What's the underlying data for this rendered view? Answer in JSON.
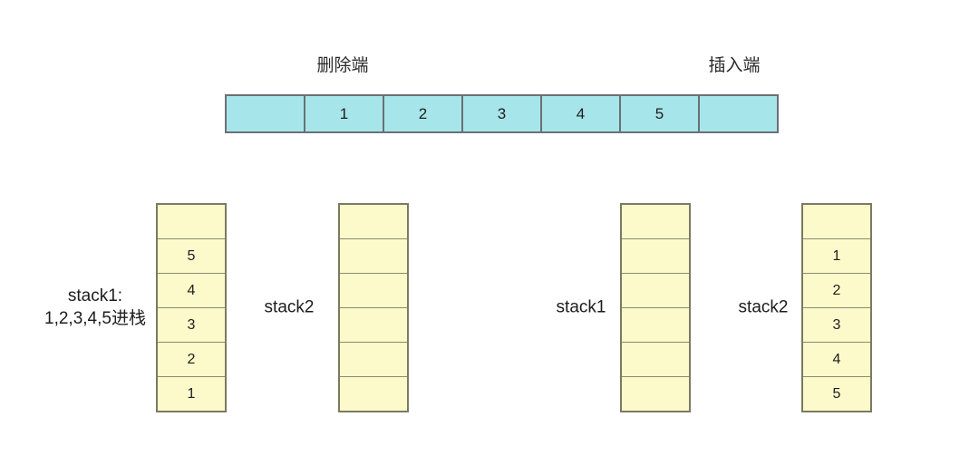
{
  "diagram": {
    "title": "queue-implemented-by-two-stacks",
    "colors": {
      "queue_fill": "#a6e5ea",
      "queue_border": "#6c7075",
      "stack_fill": "#fcfacb",
      "stack_border": "#7a7a62",
      "stack_divider": "#8a8a6e",
      "text": "#1d1d1d",
      "background": "#ffffff"
    }
  },
  "queue": {
    "labels": {
      "delete_end": "删除端",
      "insert_end": "插入端"
    },
    "cells": [
      "",
      "1",
      "2",
      "3",
      "4",
      "5",
      ""
    ]
  },
  "stacks": [
    {
      "name": "stack1-left",
      "label_line1": "stack1:",
      "label_line2": "1,2,3,4,5进栈",
      "cells": [
        "",
        "5",
        "4",
        "3",
        "2",
        "1"
      ]
    },
    {
      "name": "stack2-left",
      "label_line1": "stack2",
      "label_line2": "",
      "cells": [
        "",
        "",
        "",
        "",
        "",
        ""
      ]
    },
    {
      "name": "stack1-right",
      "label_line1": "stack1",
      "label_line2": "",
      "cells": [
        "",
        "",
        "",
        "",
        "",
        ""
      ]
    },
    {
      "name": "stack2-right",
      "label_line1": "stack2",
      "label_line2": "",
      "cells": [
        "",
        "1",
        "2",
        "3",
        "4",
        "5"
      ]
    }
  ]
}
